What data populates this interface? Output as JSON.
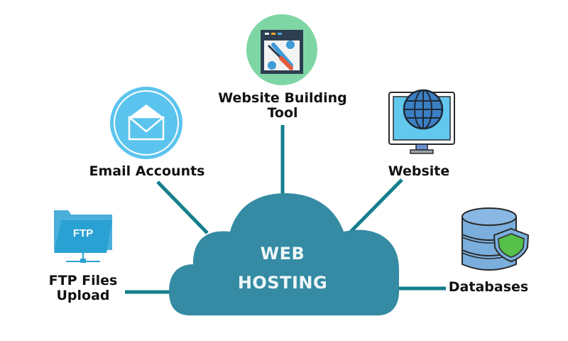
{
  "diagram": {
    "center": {
      "line1": "WEB",
      "line2": "HOSTING"
    },
    "nodes": [
      {
        "id": "website-building-tool",
        "label_line1": "Website Building",
        "label_line2": "Tool",
        "icon": "tools-window-icon"
      },
      {
        "id": "email-accounts",
        "label": "Email Accounts",
        "icon": "envelope-icon"
      },
      {
        "id": "website",
        "label": "Website",
        "icon": "monitor-globe-icon"
      },
      {
        "id": "ftp-files-upload",
        "label_line1": "FTP Files",
        "label_line2": "Upload",
        "icon": "ftp-folder-icon",
        "icon_text": "FTP"
      },
      {
        "id": "databases",
        "label": "Databases",
        "icon": "database-shield-icon"
      }
    ],
    "colors": {
      "cloud": "#348ba3",
      "connector": "#157f8c",
      "tool_circle": "#7fd6a5",
      "email_circle": "#5bc4ee",
      "monitor_screen": "#62c8ee",
      "globe": "#3b7fc4",
      "ftp_folder": "#2aa1d3",
      "database": "#7aaedd",
      "shield": "#56c04a"
    }
  }
}
